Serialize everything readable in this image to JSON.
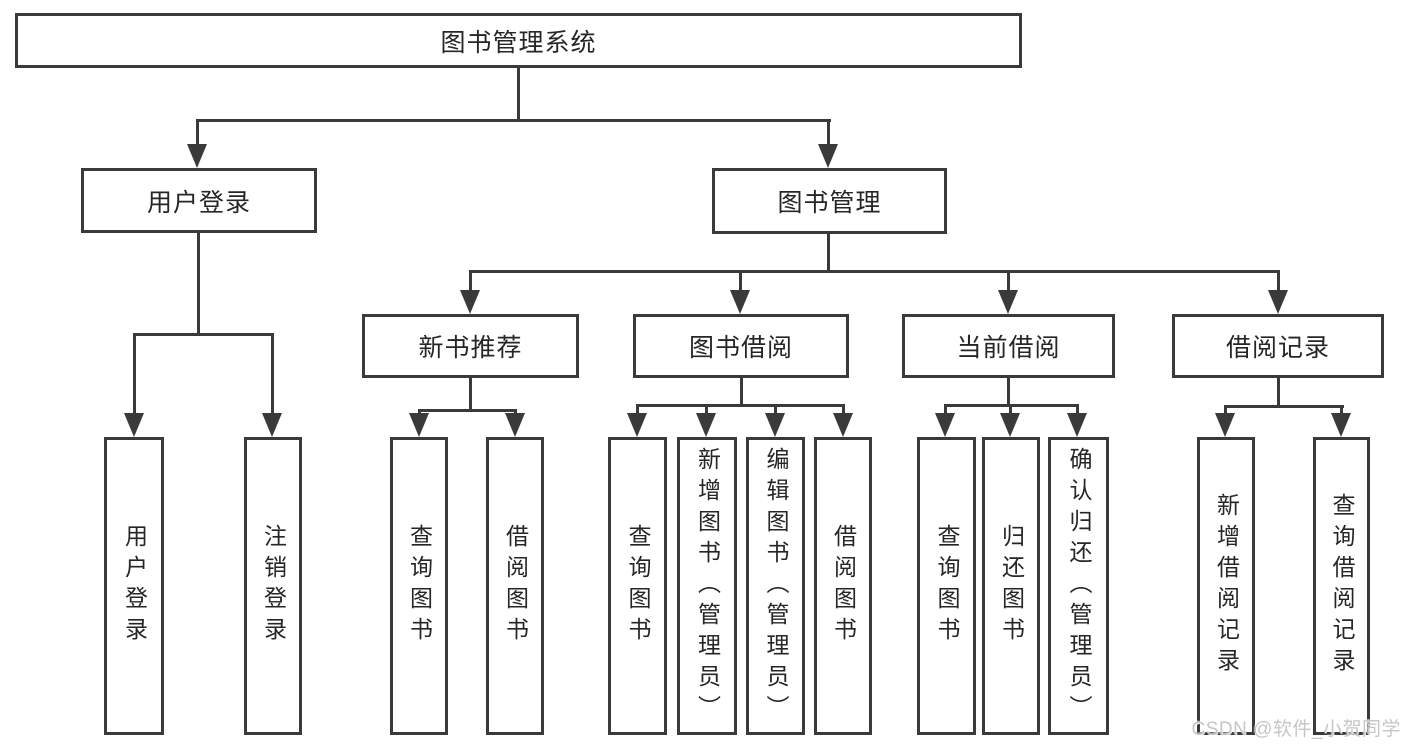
{
  "title": "图书管理系统",
  "watermark": "CSDN @软件_小贺同学",
  "colors": {
    "line": "#3a3a3a",
    "text": "#262626",
    "background": "#ffffff",
    "watermark": "#c6c6c6"
  },
  "nodes": {
    "root": "图书管理系统",
    "user_login": "用户登录",
    "book_management": "图书管理",
    "new_book_recommend": "新书推荐",
    "book_borrowing": "图书借阅",
    "current_borrowing": "当前借阅",
    "borrowing_records": "借阅记录",
    "leaf_user_login": "用户登录",
    "leaf_logout": "注销登录",
    "leaf_query_books_recommend": "查询图书",
    "leaf_borrow_books_recommend": "借阅图书",
    "leaf_query_books_borrowing": "查询图书",
    "leaf_add_books_admin": "新增图书（管理员）",
    "leaf_edit_books_admin": "编辑图书（管理员）",
    "leaf_borrow_books_borrowing": "借阅图书",
    "leaf_query_books_current": "查询图书",
    "leaf_return_books": "归还图书",
    "leaf_confirm_return_admin": "确认归还（管理员）",
    "leaf_add_borrow_record": "新增借阅记录",
    "leaf_query_borrow_record": "查询借阅记录"
  },
  "hierarchy": {
    "图书管理系统": {
      "用户登录": [
        "用户登录",
        "注销登录"
      ],
      "图书管理": {
        "新书推荐": [
          "查询图书",
          "借阅图书"
        ],
        "图书借阅": [
          "查询图书",
          "新增图书（管理员）",
          "编辑图书（管理员）",
          "借阅图书"
        ],
        "当前借阅": [
          "查询图书",
          "归还图书",
          "确认归还（管理员）"
        ],
        "借阅记录": [
          "新增借阅记录",
          "查询借阅记录"
        ]
      }
    }
  }
}
